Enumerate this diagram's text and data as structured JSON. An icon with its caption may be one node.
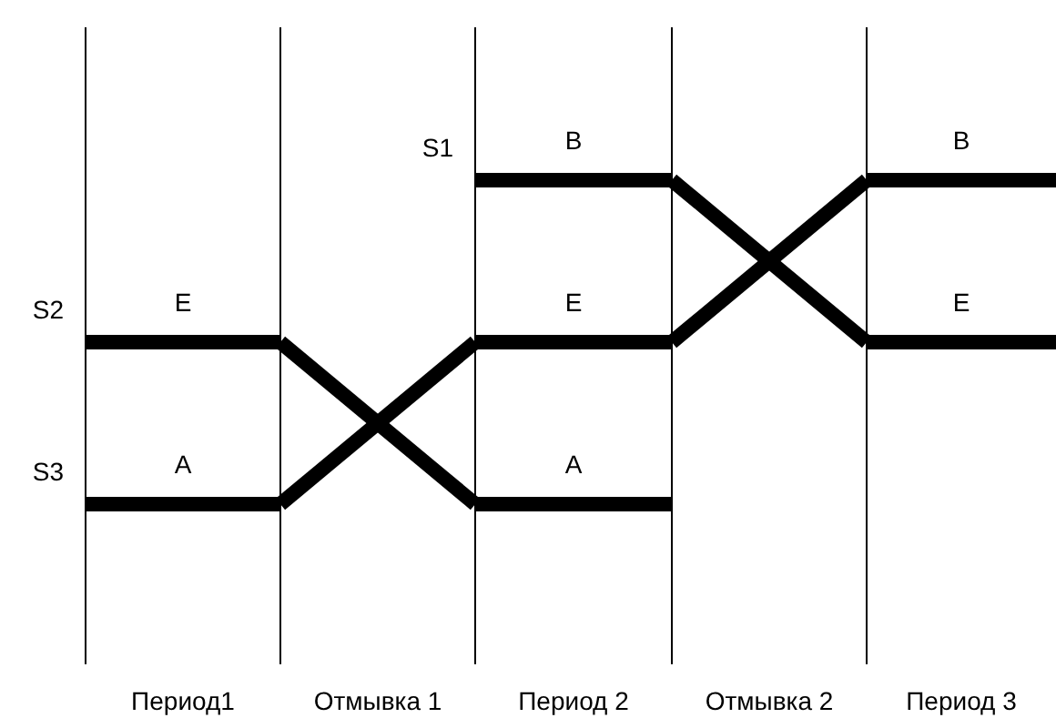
{
  "diagram": {
    "nodes": [
      {
        "text": [
          "E"
        ],
        "beside": [
          "S2"
        ]
      },
      {
        "text": [
          "A"
        ],
        "beside": [
          "S3"
        ]
      },
      {
        "text": [
          "B"
        ],
        "beside": [
          "S1"
        ]
      },
      {
        "text": [
          "E"
        ]
      },
      {
        "text": [
          "A"
        ]
      },
      {
        "text": [
          "B"
        ]
      },
      {
        "text": [
          "E"
        ]
      }
    ],
    "edges": [
      {
        "from": 0,
        "to": 4,
        "arrow": "none"
      },
      {
        "from": 1,
        "to": 3,
        "arrow": "none"
      },
      {
        "from": 2,
        "to": 6,
        "arrow": "none"
      },
      {
        "from": 3,
        "to": 5,
        "arrow": "none"
      }
    ],
    "labels": [
      "Период1",
      "Отмывка 1",
      "Период 2",
      "Отмывка 2",
      "Период 3"
    ]
  }
}
